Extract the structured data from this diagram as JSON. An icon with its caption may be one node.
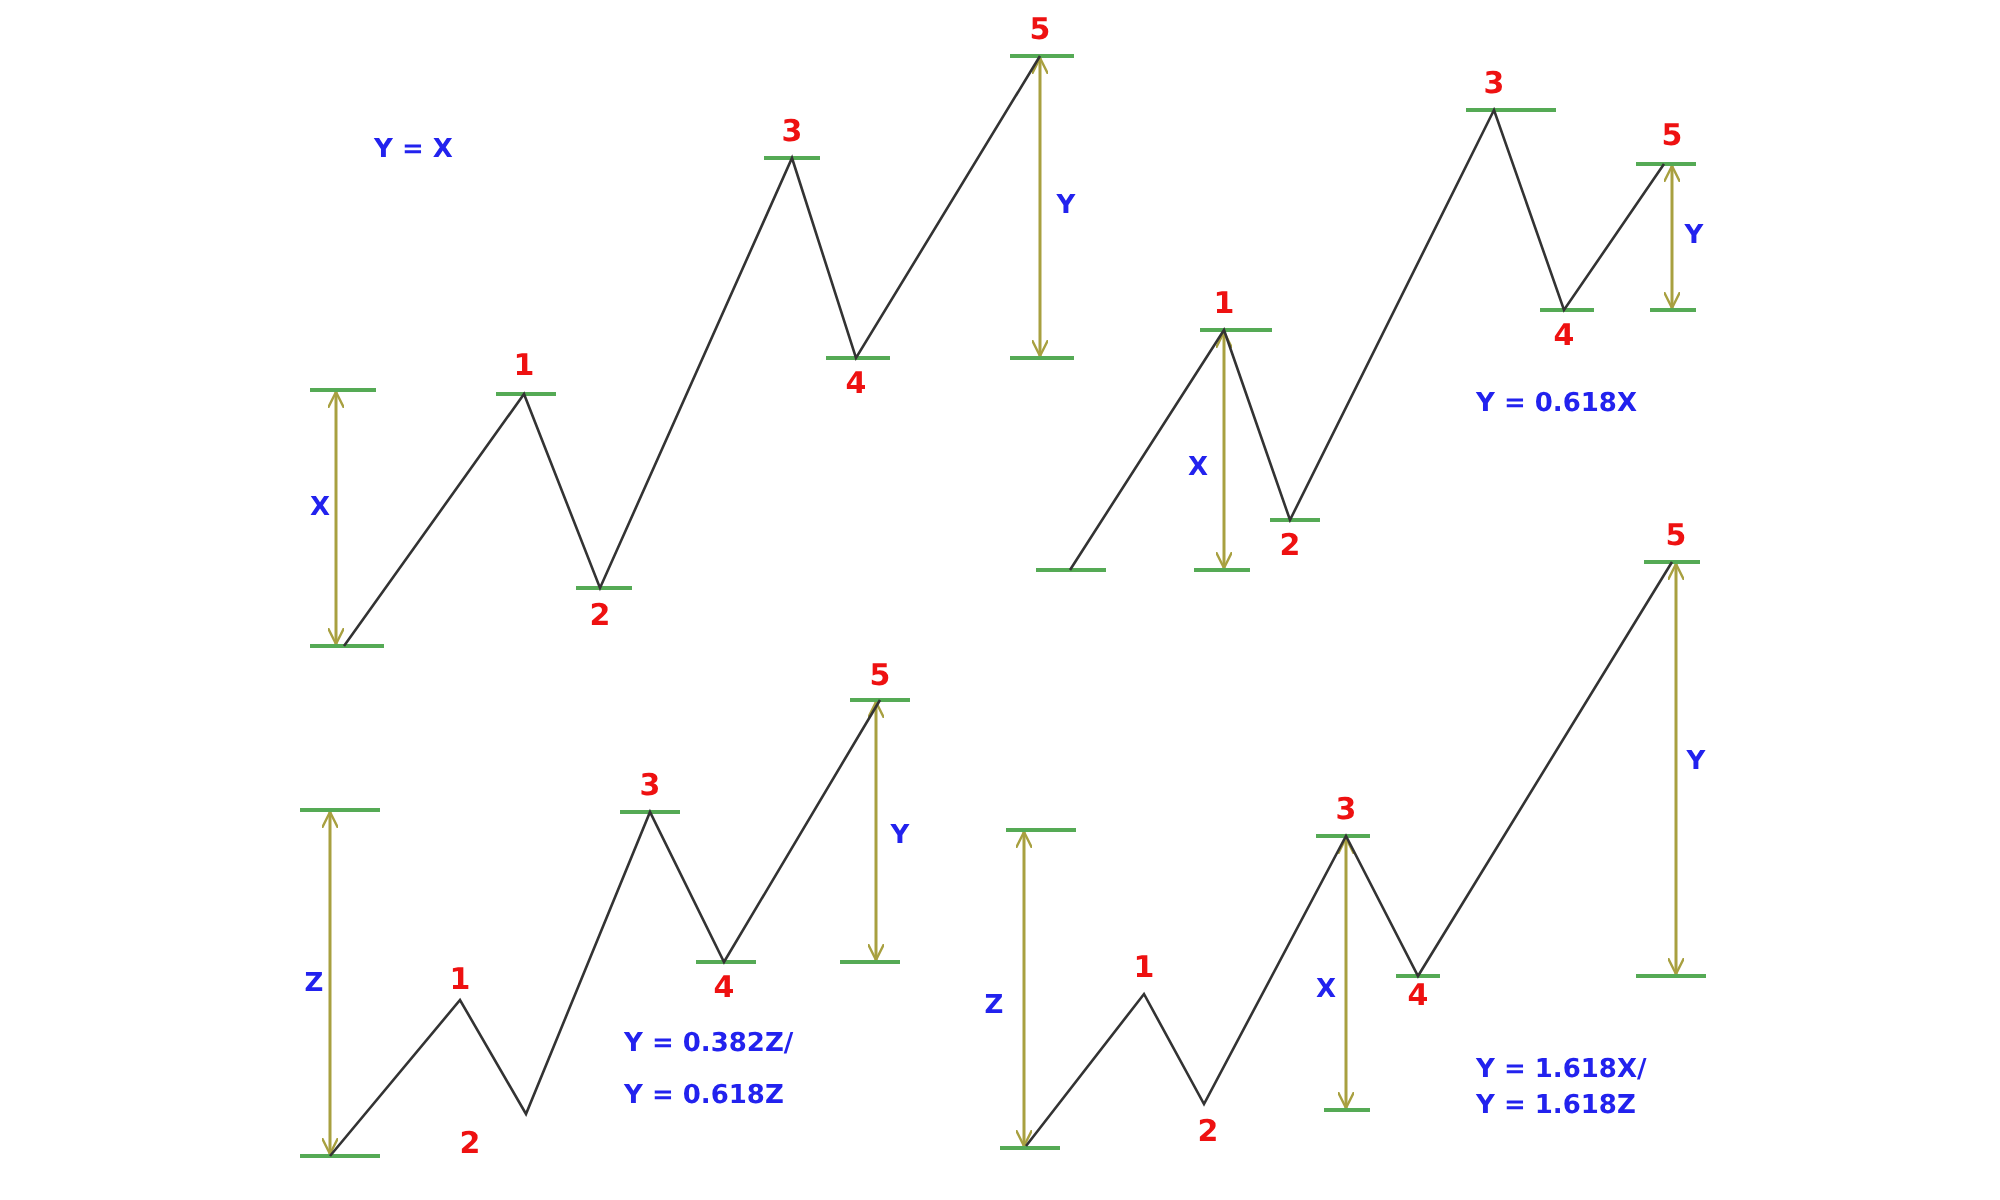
{
  "diagram": {
    "labels": [
      "5",
      "Y = X",
      "3",
      "Y",
      "1",
      "4",
      "X",
      "2",
      "3",
      "1",
      "5",
      "Y",
      "4",
      "Y = 0.618X",
      "X",
      "2",
      "5",
      "3",
      "Y",
      "Z",
      "1",
      "4",
      "Y = 0.382Z/",
      "Y = 0.618Z",
      "2",
      "5",
      "3",
      "Y",
      "1",
      "Z",
      "X",
      "4",
      "2",
      "Y = 1.618X/",
      "Y = 1.618Z"
    ]
  }
}
